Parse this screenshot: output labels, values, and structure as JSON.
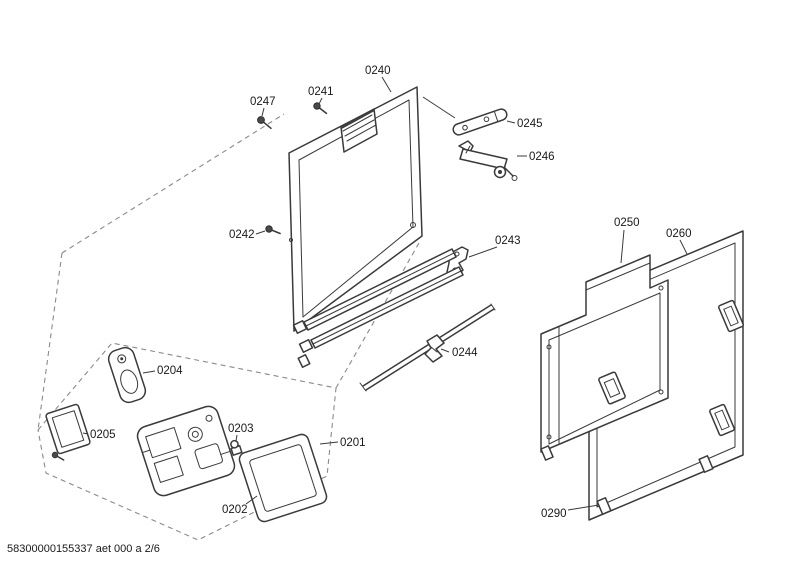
{
  "page": {
    "footer": "58300000155337 aet 000 a 2/6",
    "colors": {
      "bg": "#ffffff",
      "line": "#3a3a3a",
      "dash": "#8a8a8a",
      "text": "#1a1a1a"
    }
  },
  "callouts": {
    "c0201": "0201",
    "c0202": "0202",
    "c0203": "0203",
    "c0204": "0204",
    "c0205": "0205",
    "c0240": "0240",
    "c0241": "0241",
    "c0242": "0242",
    "c0243": "0243",
    "c0244": "0244",
    "c0245": "0245",
    "c0246": "0246",
    "c0247": "0247",
    "c0250": "0250",
    "c0260": "0260",
    "c0290": "0290"
  }
}
